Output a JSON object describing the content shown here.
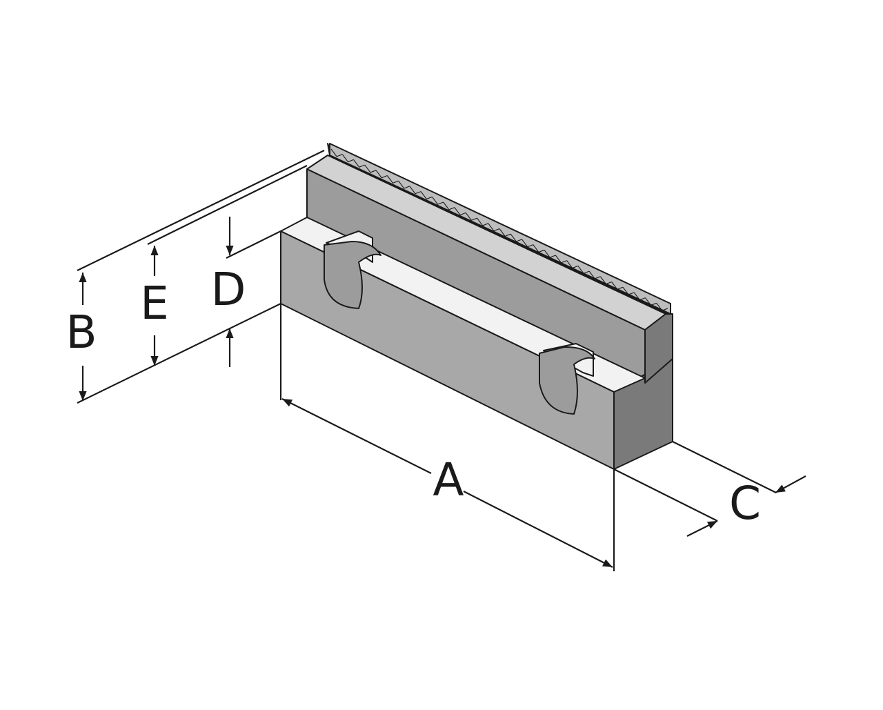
{
  "colors": {
    "ink": "#1a1a1a",
    "face_front": "#a8a8a8",
    "face_top": "#d2d2d2",
    "face_side": "#7a7a7a",
    "face_back": "#9c9c9c",
    "slot_face": "#f2f2f2"
  },
  "dimensions": {
    "a": "A",
    "b": "B",
    "c": "C",
    "d": "D",
    "e": "E"
  }
}
